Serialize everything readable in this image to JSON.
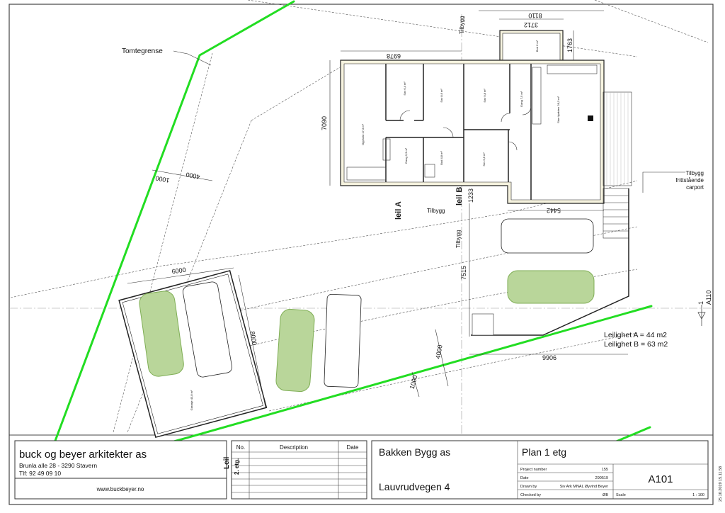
{
  "drawing": {
    "labels": {
      "tomtegrense": "Tomtegrense",
      "leil_a": "leil A",
      "leil_b": "leil B",
      "tilbygg_top": "Tilbygg",
      "tilbygg_mid": "Tilbygg",
      "tilbygg_side": "Tilbygg",
      "carport_1": "Tilbygg",
      "carport_2": "frittstående",
      "carport_3": "carport",
      "area_a": "Leilighet A =  44 m2",
      "area_b": "Leilighet B =  63 m2",
      "section_no": "1",
      "section_sheet": "A110"
    },
    "dimensions": {
      "d8110": "8110",
      "d3712": "3712",
      "d6978": "6978",
      "d1763": "1763",
      "d7090": "7090",
      "d1233": "1233",
      "d5442": "5442",
      "d7515": "7515",
      "d9906": "9906",
      "d6000": "6000",
      "d8000": "8000",
      "d4000a": "4000",
      "d1000a": "1000",
      "d4000b": "4000",
      "d1000b": "1000"
    },
    "rooms": {
      "opphold": "Opphold 17,3 m²",
      "sov1": "Sov 6,4 m²",
      "sov2": "Sov 8,6 m²",
      "gang1": "Gang 3,3 m²",
      "bad": "Bad 4,8 m²",
      "sov3": "Sov 9,8 m²",
      "sov4": "Sov 6,8 m²",
      "gang2": "Gang 7,5 m²",
      "stue": "Stue kjøkken 28,3 m²",
      "bod": "Bod 6 m²",
      "garasje": "Garasje 43,8 m²"
    },
    "colors": {
      "property_line": "#22dd22",
      "car_highlight": "#b9d69a",
      "wall_fill": "#f6f3df"
    }
  },
  "title_block": {
    "company": {
      "name": "buck og beyer arkitekter as",
      "address": "Brunla alle 28  -  3290 Stavern",
      "phone": "Tlf: 92 49 09 10",
      "website": "www.buckbeyer.no"
    },
    "revisions": {
      "col_no": "No.",
      "col_description": "Description",
      "col_date": "Date",
      "side_1": "Leil",
      "side_2": "2. etg."
    },
    "client": "Bakken Bygg as",
    "address": "Lauvrudvegen 4",
    "sheet_title": "Plan 1 etg",
    "project_number_label": "Project number",
    "project_number": "155",
    "date_label": "Date",
    "date": "290519",
    "drawn_by_label": "Drawn by",
    "drawn_by": "Siv Ark MNAL Øyvind Beyer",
    "checked_by_label": "Checked by",
    "checked_by": "ØB",
    "sheet_number": "A101",
    "scale_label": "Scale",
    "scale": "1 : 100",
    "timestamp": "25.10.2019 15.11.58"
  }
}
